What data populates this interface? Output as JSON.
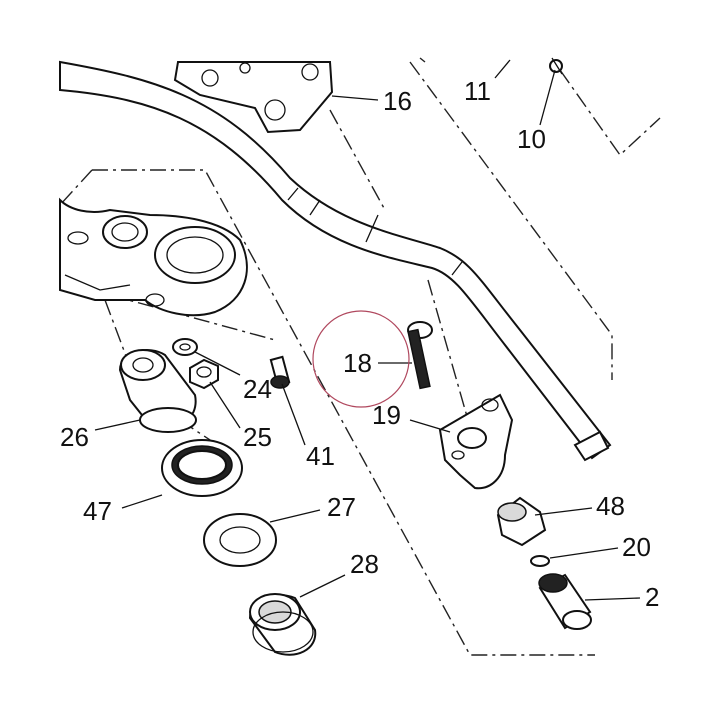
{
  "callouts": {
    "c16": "16",
    "c11": "11",
    "c10": "10",
    "c18": "18",
    "c19": "19",
    "c24": "24",
    "c25": "25",
    "c26": "26",
    "c41": "41",
    "c47": "47",
    "c27": "27",
    "c28": "28",
    "c48": "48",
    "c20": "20",
    "c2": "2"
  },
  "colors": {
    "line": "#111111",
    "highlight_circle": "#b0485e",
    "fill_light": "#d9d9d9"
  }
}
